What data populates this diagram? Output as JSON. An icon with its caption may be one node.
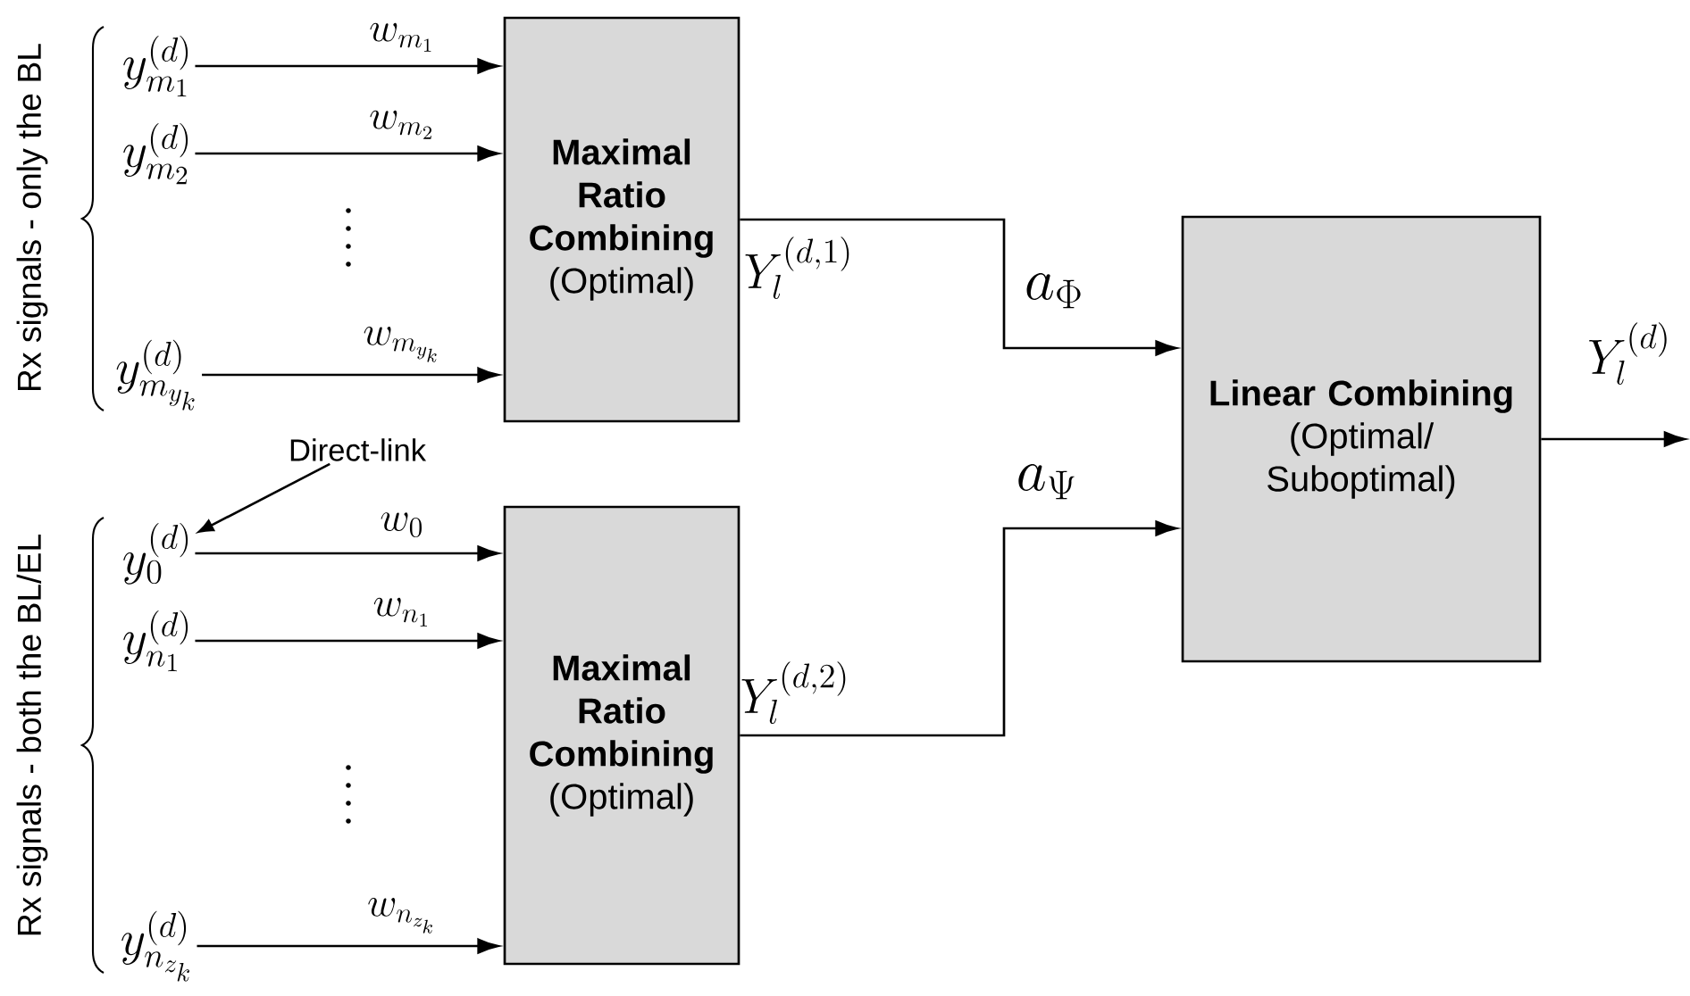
{
  "diagram": {
    "nodes": [
      {
        "text": [
          "y_{m_1}^{(d)}"
        ]
      },
      {
        "text": [
          "y_{m_2}^{(d)}"
        ]
      },
      {
        "text": [
          "y_{m_{y_k}}^{(d)}"
        ]
      },
      {
        "text": [
          "Direct-link"
        ]
      },
      {
        "text": [
          "y_0^{(d)}"
        ]
      },
      {
        "text": [
          "y_{n_1}^{(d)}"
        ]
      },
      {
        "text": [
          "y_{n_{z_k}}^{(d)}"
        ]
      },
      {
        "text": [
          "Maximal Ratio Combining",
          "(Optimal)"
        ],
        "beside": [
          "Y_l^{(d,1)}"
        ]
      },
      {
        "text": [
          "Maximal Ratio Combining",
          "(Optimal)"
        ],
        "beside": [
          "Y_l^{(d,2)}"
        ]
      },
      {
        "text": [
          "Linear Combining",
          "(Optimal/ Suboptimal)"
        ]
      }
    ],
    "edges": [
      {
        "from": 0,
        "to": 7,
        "arrow": "to",
        "label": "w_{m_1}"
      },
      {
        "from": 1,
        "to": 7,
        "arrow": "to",
        "label": "w_{m_2}"
      },
      {
        "from": 2,
        "to": 7,
        "arrow": "to",
        "label": "w_{m_{y_k}}"
      },
      {
        "from": 3,
        "to": 4,
        "arrow": "to"
      },
      {
        "from": 4,
        "to": 8,
        "arrow": "to",
        "label": "w_0"
      },
      {
        "from": 5,
        "to": 8,
        "arrow": "to",
        "label": "w_{n_1}"
      },
      {
        "from": 6,
        "to": 8,
        "arrow": "to",
        "label": "w_{n_{z_k}}"
      },
      {
        "from": 7,
        "to": 9,
        "arrow": "to",
        "label": "a_\\Phi"
      },
      {
        "from": 8,
        "to": 9,
        "arrow": "to",
        "label": "a_\\Psi"
      },
      {
        "from": 9,
        "to": null,
        "arrow": "to",
        "label": "Y_l^{(d)}"
      }
    ],
    "labels": [
      "Rx signals - only the BL",
      "Rx signals - both the BL/EL"
    ]
  }
}
